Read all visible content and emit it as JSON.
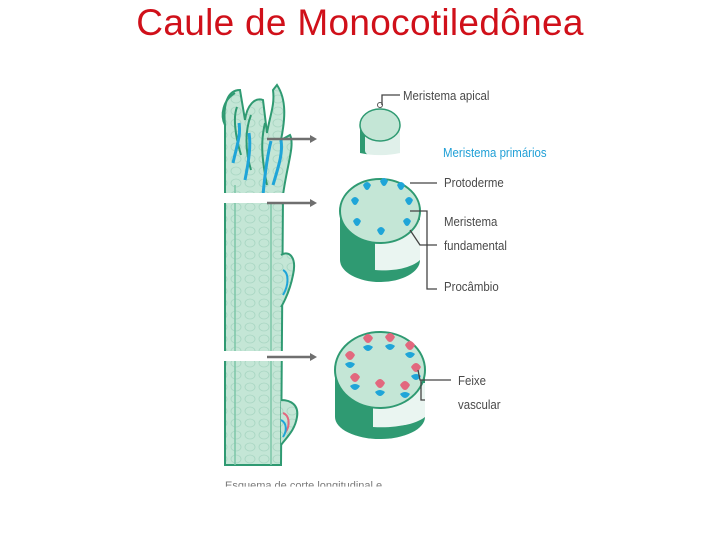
{
  "title": "Caule de Monocotiledônea",
  "labels": {
    "meristema_apical": "Meristema apical",
    "meristema_primarios": "Meristema primários",
    "protoderme": "Protoderme",
    "meristema": "Meristema",
    "fundamental": "fundamental",
    "procambio": "Procâmbio",
    "feixe": "Feixe",
    "vascular": "vascular"
  },
  "caption_cut": "Esquema de corte longitudinal e",
  "colors": {
    "title": "#d0101a",
    "tissue": "#bfe3d3",
    "tissue_dark": "#2f9a72",
    "procambium": "#1fa5d8",
    "phloem": "#e2687e",
    "highlight_label": "#1f9fd6"
  }
}
